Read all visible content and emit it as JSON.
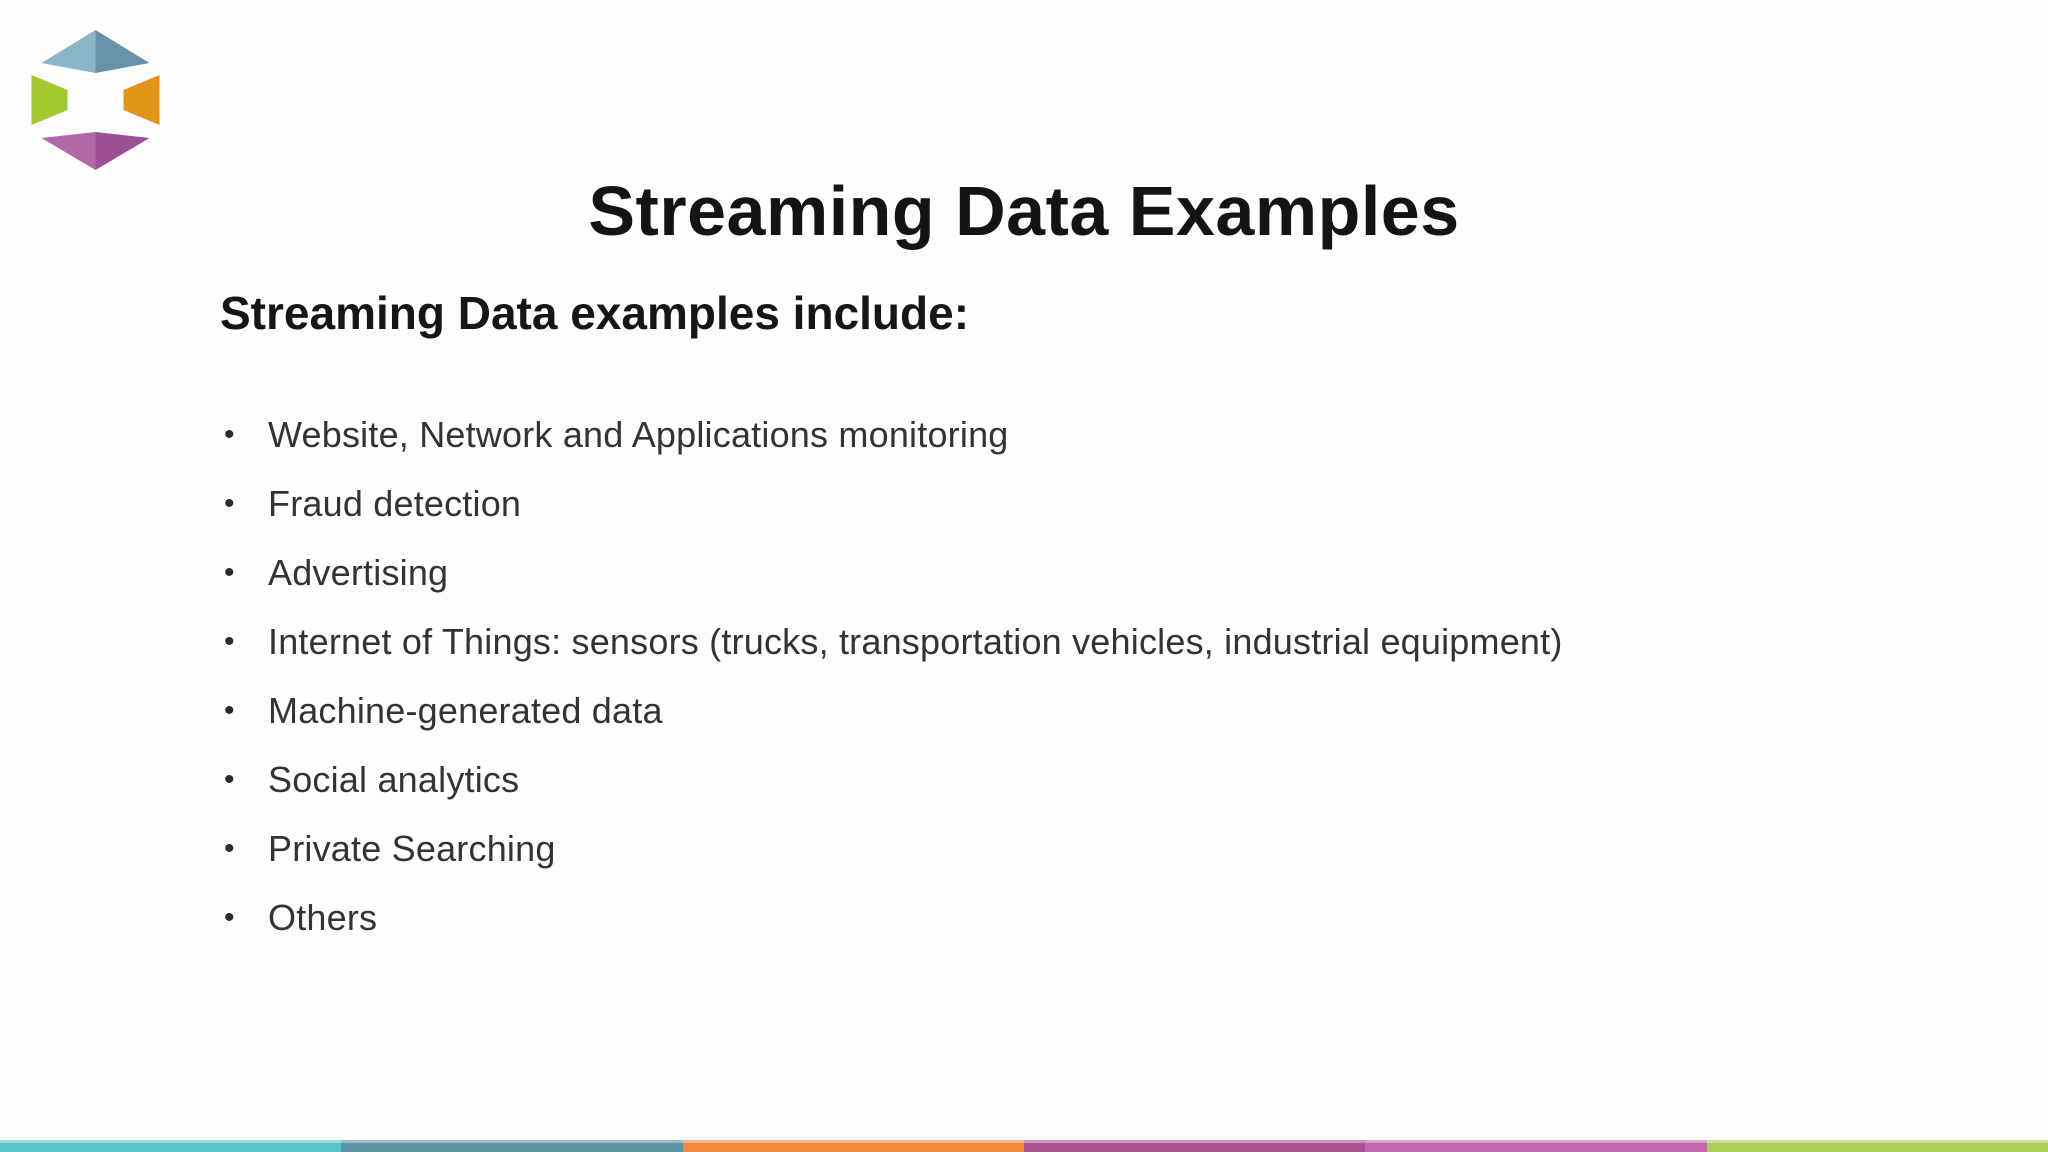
{
  "slide": {
    "title": "Streaming Data Examples",
    "subtitle": "Streaming Data examples include:",
    "bullet_char": "•",
    "bullets": [
      "Website, Network and Applications monitoring",
      "Fraud detection",
      "Advertising",
      "Internet of Things: sensors (trucks, transportation vehicles, industrial equipment)",
      "Machine-generated data",
      "Social analytics",
      "Private Searching",
      "Others"
    ],
    "logo": {
      "name": "hexagon-cube-logo",
      "colors": {
        "top_left": "#8AB5C6",
        "top_right": "#6793A9",
        "left": "#A3C72E",
        "right": "#E09418",
        "bottom_left": "#B168A8",
        "bottom_right": "#9C5095"
      }
    },
    "footer": {
      "colors": {
        "teal": "#5BC5CC",
        "steel_blue": "#5E93A4",
        "orange": "#F08A3C",
        "magenta": "#A8538F",
        "pink": "#C367AE",
        "lime": "#AACD56"
      }
    }
  }
}
